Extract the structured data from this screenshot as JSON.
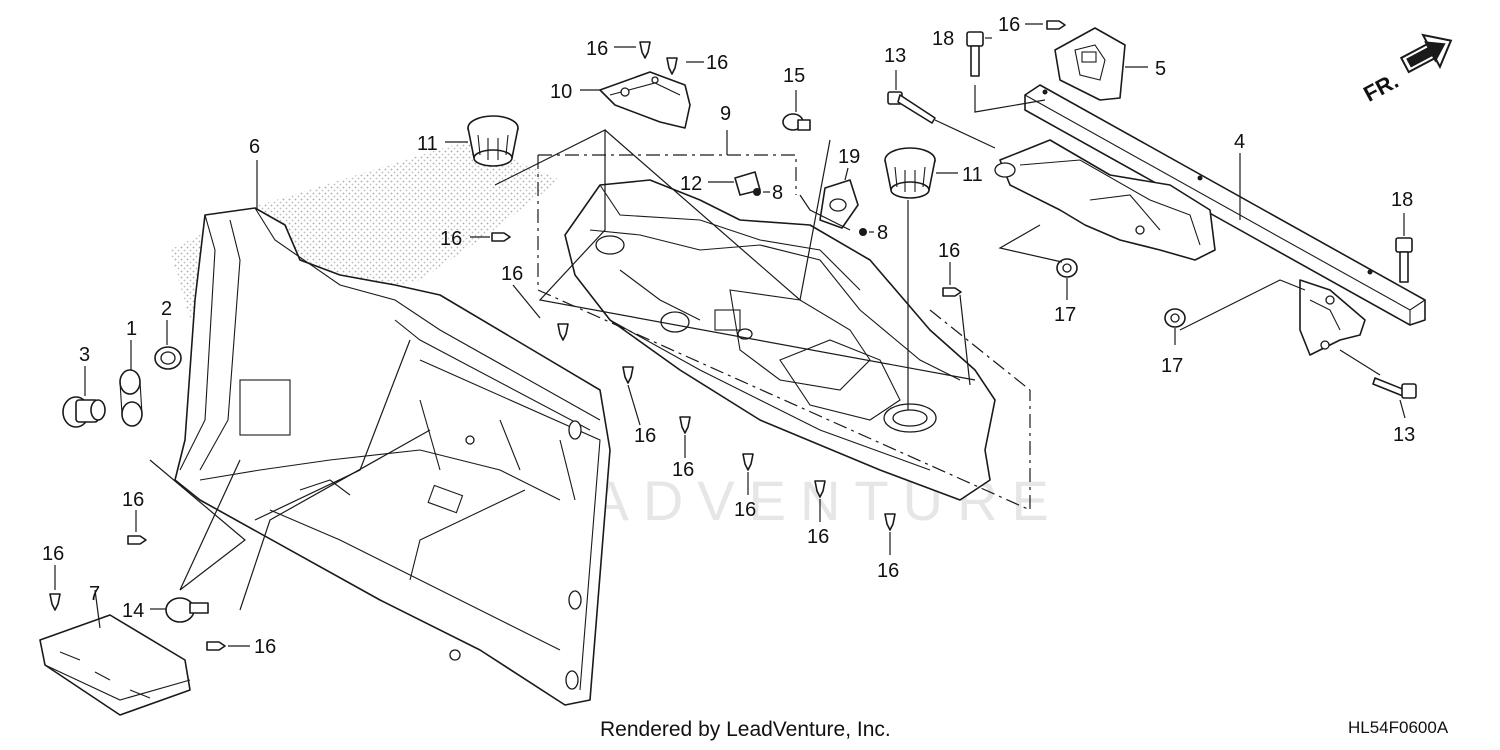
{
  "diagram": {
    "callouts": [
      {
        "id": "c-16a",
        "text": "16"
      },
      {
        "id": "c-16b",
        "text": "16"
      },
      {
        "id": "c-10",
        "text": "10"
      },
      {
        "id": "c-15",
        "text": "15"
      },
      {
        "id": "c-18a",
        "text": "18"
      },
      {
        "id": "c-16c",
        "text": "16"
      },
      {
        "id": "c-5",
        "text": "5"
      },
      {
        "id": "c-13a",
        "text": "13"
      },
      {
        "id": "c-11a",
        "text": "11"
      },
      {
        "id": "c-9",
        "text": "9"
      },
      {
        "id": "c-6",
        "text": "6"
      },
      {
        "id": "c-12",
        "text": "12"
      },
      {
        "id": "c-8a",
        "text": "8"
      },
      {
        "id": "c-19",
        "text": "19"
      },
      {
        "id": "c-11b",
        "text": "11"
      },
      {
        "id": "c-4",
        "text": "4"
      },
      {
        "id": "c-16d",
        "text": "16"
      },
      {
        "id": "c-8b",
        "text": "8"
      },
      {
        "id": "c-18b",
        "text": "18"
      },
      {
        "id": "c-16e",
        "text": "16"
      },
      {
        "id": "c-16f",
        "text": "16"
      },
      {
        "id": "c-17a",
        "text": "17"
      },
      {
        "id": "c-2",
        "text": "2"
      },
      {
        "id": "c-1",
        "text": "1"
      },
      {
        "id": "c-3",
        "text": "3"
      },
      {
        "id": "c-17b",
        "text": "17"
      },
      {
        "id": "c-16g",
        "text": "16"
      },
      {
        "id": "c-13b",
        "text": "13"
      },
      {
        "id": "c-16h",
        "text": "16"
      },
      {
        "id": "c-16i",
        "text": "16"
      },
      {
        "id": "c-16j",
        "text": "16"
      },
      {
        "id": "c-16k",
        "text": "16"
      },
      {
        "id": "c-16l",
        "text": "16"
      },
      {
        "id": "c-7",
        "text": "7"
      },
      {
        "id": "c-14",
        "text": "14"
      },
      {
        "id": "c-16m",
        "text": "16"
      }
    ],
    "direction_label": "FR.",
    "watermark": "LEADVENTURE"
  },
  "footer": {
    "credit": "Rendered by LeadVenture, Inc.",
    "code": "HL54F0600A"
  }
}
